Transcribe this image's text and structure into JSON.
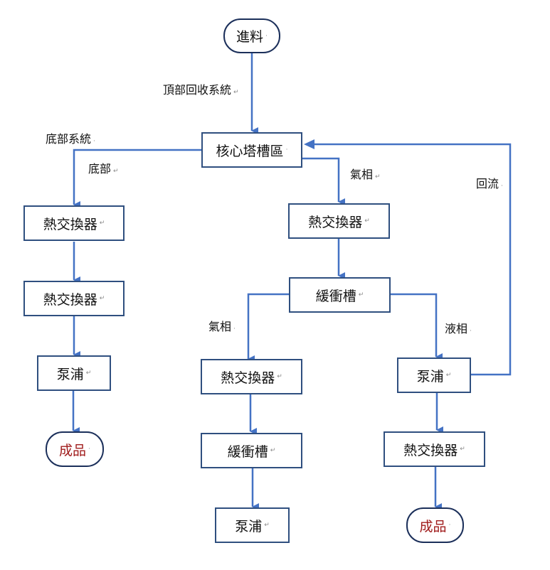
{
  "diagram": {
    "edge_color": "#4472c4",
    "product_text_color": "#a01c1c",
    "para_mark": "↵",
    "nodes": {
      "feed": "進料",
      "core": "核心塔槽區",
      "hx_left_1": "熱交換器",
      "hx_left_2": "熱交換器",
      "pump_left": "泵浦",
      "product_left": "成品",
      "hx_mid": "熱交換器",
      "buffer_mid": "緩衝槽",
      "hx_vapor": "熱交換器",
      "buffer_vapor": "緩衝槽",
      "pump_vapor": "泵浦",
      "pump_liquid": "泵浦",
      "hx_liquid": "熱交換器",
      "product_right": "成品"
    },
    "labels": {
      "top_recovery": "頂部回收系統",
      "bottom_system": "底部系統",
      "bottom": "底部",
      "vapor_1": "氣相",
      "reflux": "回流",
      "vapor_2": "氣相",
      "liquid": "液相"
    }
  }
}
